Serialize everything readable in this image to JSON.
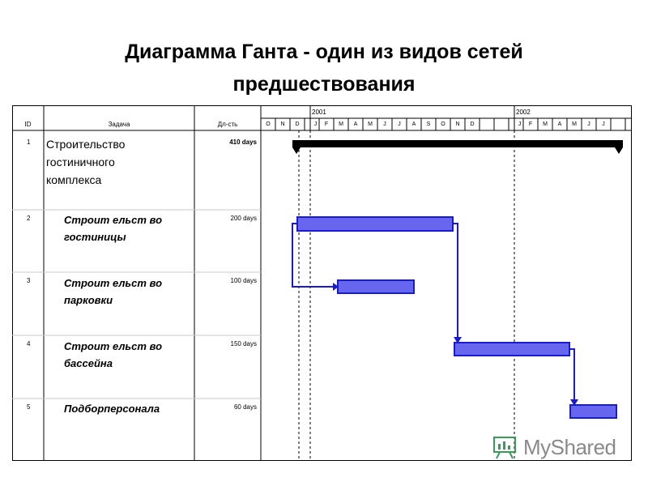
{
  "title_line1": "Диаграмма Ганта - один из видов сетей",
  "title_line2": "предшествования",
  "table": {
    "col_id": "ID",
    "col_task": "Задача",
    "col_duration": "Дл-сть",
    "year1": "2001",
    "year2": "2002",
    "months": [
      "O",
      "N",
      "D",
      "J",
      "F",
      "M",
      "A",
      "M",
      "J",
      "J",
      "A",
      "S",
      "O",
      "N",
      "D",
      "J",
      "F",
      "M",
      "A",
      "M",
      "J",
      "J"
    ]
  },
  "tasks": [
    {
      "id": "1",
      "name_lines": [
        "Строительство",
        "гостиничного",
        "комплекса"
      ],
      "duration": "410 days",
      "summary": true
    },
    {
      "id": "2",
      "name_lines": [
        "Строит ельст во",
        "гостиницы"
      ],
      "duration": "200 days",
      "summary": false
    },
    {
      "id": "3",
      "name_lines": [
        "Строит ельст во",
        "парковки"
      ],
      "duration": "100 days",
      "summary": false
    },
    {
      "id": "4",
      "name_lines": [
        "Строит ельст во",
        "бассейна"
      ],
      "duration": "150 days",
      "summary": false
    },
    {
      "id": "5",
      "name_lines": [
        "Подборперсонала"
      ],
      "duration": "60 days",
      "summary": false
    }
  ],
  "colors": {
    "bar_fill": "#6666ee",
    "bar_border": "#1a1ad0",
    "summary_bar": "#000000",
    "link": "#1a1ad0"
  },
  "watermark": {
    "text": "MyShared",
    "icon": "presentation-board-icon"
  }
}
